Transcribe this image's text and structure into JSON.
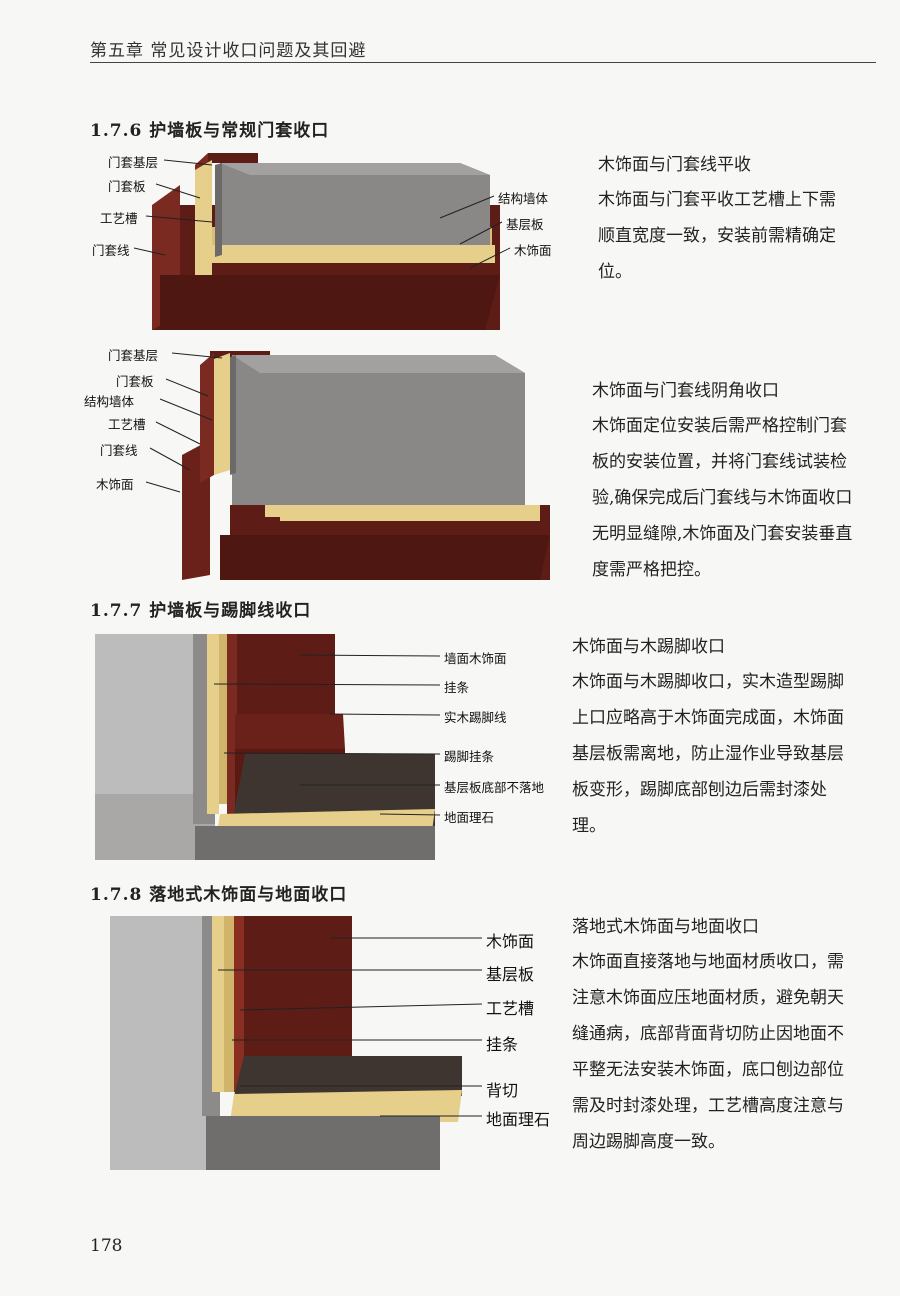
{
  "header": {
    "chapter": "第五章  常见设计收口问题及其回避"
  },
  "sections": [
    {
      "title": "1.7.6 护墙板与常规门套收口"
    },
    {
      "title": "1.7.7  护墙板与踢脚线收口"
    },
    {
      "title": "1.7.8  落地式木饰面与地面收口"
    }
  ],
  "fig1": {
    "left_labels": [
      "门套基层",
      "门套板",
      "工艺槽",
      "门套线"
    ],
    "right_labels": [
      "结构墙体",
      "基层板",
      "木饰面"
    ]
  },
  "fig2": {
    "left_labels": [
      "门套基层",
      "门套板",
      "结构墙体",
      "工艺槽",
      "门套线",
      "木饰面"
    ]
  },
  "fig3": {
    "right_labels": [
      "墙面木饰面",
      "挂条",
      "实木踢脚线",
      "踢脚挂条",
      "基层板底部不落地",
      "地面理石"
    ]
  },
  "fig4": {
    "right_labels": [
      "木饰面",
      "基层板",
      "工艺槽",
      "挂条",
      "背切",
      "地面理石"
    ]
  },
  "descriptions": [
    {
      "title": "木饰面与门套线平收",
      "lines": [
        "木饰面与门套平收工艺槽上下需",
        "顺直宽度一致，安装前需精确定",
        "位。"
      ]
    },
    {
      "title": "木饰面与门套线阴角收口",
      "lines": [
        "木饰面定位安装后需严格控制门套",
        "板的安装位置，并将门套线试装检",
        "验,确保完成后门套线与木饰面收口",
        "无明显缝隙,木饰面及门套安装垂直",
        "度需严格把控。"
      ]
    },
    {
      "title": "木饰面与木踢脚收口",
      "lines": [
        "木饰面与木踢脚收口，实木造型踢脚",
        "上口应略高于木饰面完成面，木饰面",
        "基层板需离地，防止湿作业导致基层",
        "板变形，踢脚底部刨边后需封漆处",
        "理。"
      ]
    },
    {
      "title": "落地式木饰面与地面收口",
      "lines": [
        "木饰面直接落地与地面材质收口，需",
        "注意木饰面应压地面材质，避免朝天",
        "缝通病，底部背面背切防止因地面不",
        "平整无法安装木饰面，底口刨边部位",
        "需及时封漆处理，工艺槽高度注意与",
        "周边踢脚高度一致。"
      ]
    }
  ],
  "page_number": "178",
  "colors": {
    "wood": "#5e1c16",
    "wood_light": "#7a2a20",
    "board": "#e6cf8a",
    "stone": "#8a8886",
    "wall": "#bdbcbc"
  }
}
